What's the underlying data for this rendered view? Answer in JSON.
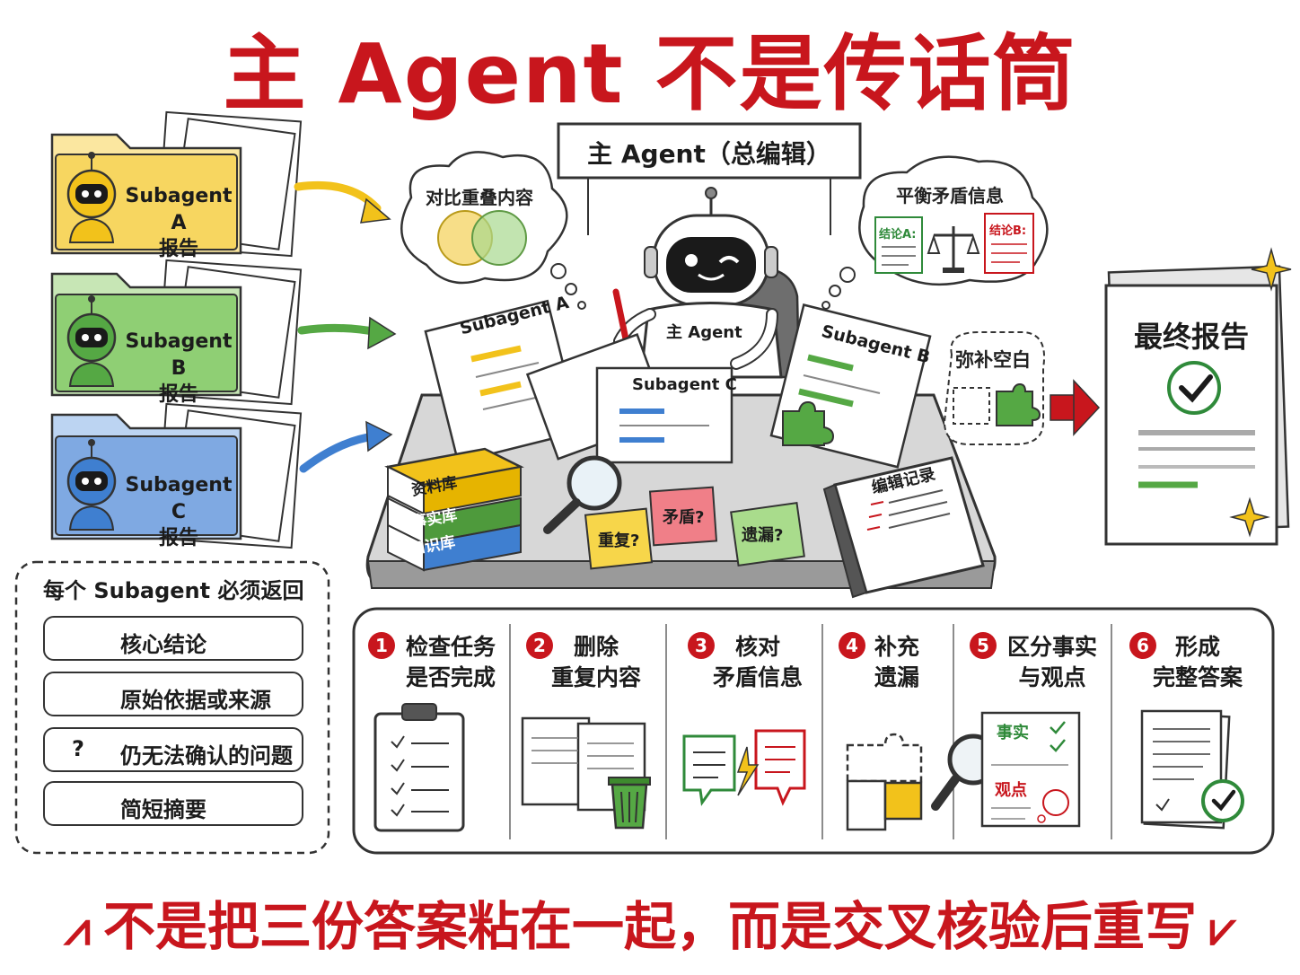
{
  "title": "主 Agent 不是传话筒",
  "footer": "不是把三份答案粘在一起，而是交叉核验后重写",
  "folders": [
    {
      "name": "Subagent A",
      "sub": "报告",
      "color": "#f2c21b",
      "light": "#fbe7a0"
    },
    {
      "name": "Subagent B",
      "sub": "报告",
      "color": "#55a844",
      "light": "#c7e6b5"
    },
    {
      "name": "Subagent C",
      "sub": "报告",
      "color": "#3f7fd0",
      "light": "#bcd4f2"
    }
  ],
  "editor_sign": "主 Agent（总编辑）",
  "bubbles": {
    "compare": "对比重叠内容",
    "balance": "平衡矛盾信息",
    "conclusion_a": "结论A:",
    "conclusion_b": "结论B:",
    "fill": "弥补空白"
  },
  "desk": {
    "robot_label": "主 Agent",
    "paper_a": "Subagent A",
    "paper_b": "Subagent B",
    "paper_c": "Subagent C",
    "books": [
      "资料库",
      "事实库",
      "知识库"
    ],
    "notes": {
      "repeat": "重复?",
      "conflict": "矛盾?",
      "missing": "遗漏?"
    },
    "log": "编辑记录"
  },
  "final_report": "最终报告",
  "checklist": {
    "header": "每个 Subagent 必须返回",
    "items": [
      {
        "icon": "target-icon",
        "label": "核心结论"
      },
      {
        "icon": "document-icon",
        "label": "原始依据或来源"
      },
      {
        "icon": "question-icon",
        "label": "仍无法确认的问题"
      },
      {
        "icon": "edit-note-icon",
        "label": "简短摘要"
      }
    ]
  },
  "steps": [
    {
      "num": "1",
      "line1": "检查任务",
      "line2": "是否完成"
    },
    {
      "num": "2",
      "line1": "删除",
      "line2": "重复内容"
    },
    {
      "num": "3",
      "line1": "核对",
      "line2": "矛盾信息"
    },
    {
      "num": "4",
      "line1": "补充",
      "line2": "遗漏"
    },
    {
      "num": "5",
      "line1": "区分事实",
      "line2": "与观点"
    },
    {
      "num": "6",
      "line1": "形成",
      "line2": "完整答案"
    }
  ],
  "step5_labels": {
    "fact": "事实",
    "opinion": "观点"
  },
  "colors": {
    "red": "#c8161d",
    "yellow": "#f2c21b",
    "green": "#55a844",
    "blue": "#3f7fd0"
  }
}
